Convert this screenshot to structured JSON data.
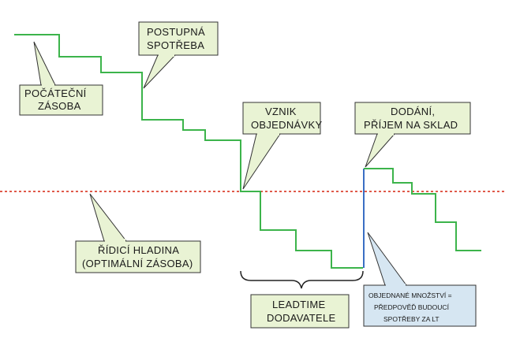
{
  "colors": {
    "stock_line": "#3cb44b",
    "replenish_line": "#3a6fc4",
    "control_level_line": "#e05a4a",
    "callout_fill": "#e9f3d4",
    "callout_stroke": "#333333",
    "info_fill": "#d6e6f2"
  },
  "callouts": {
    "initial_stock": [
      "POČÁTEČNÍ",
      "ZÁSOBA"
    ],
    "gradual_consumption": [
      "POSTUPNÁ",
      "SPOTŘEBA"
    ],
    "order_trigger": [
      "VZNIK",
      "OBJEDNÁVKY"
    ],
    "delivery": [
      "DODÁNÍ,",
      "PŘÍJEM NA SKLAD"
    ],
    "control_level": [
      "ŘÍDICÍ HLADINA",
      "(OPTIMÁLNÍ ZÁSOBA)"
    ],
    "leadtime": [
      "LEADTIME",
      "DODAVATELE"
    ],
    "ordered_quantity": [
      "OBJEDNANÉ MNOŽSTVÍ =",
      "PŘEDPOVĚĎ BUDOUCÍ",
      "SPOTŘEBY ZA LT"
    ]
  }
}
